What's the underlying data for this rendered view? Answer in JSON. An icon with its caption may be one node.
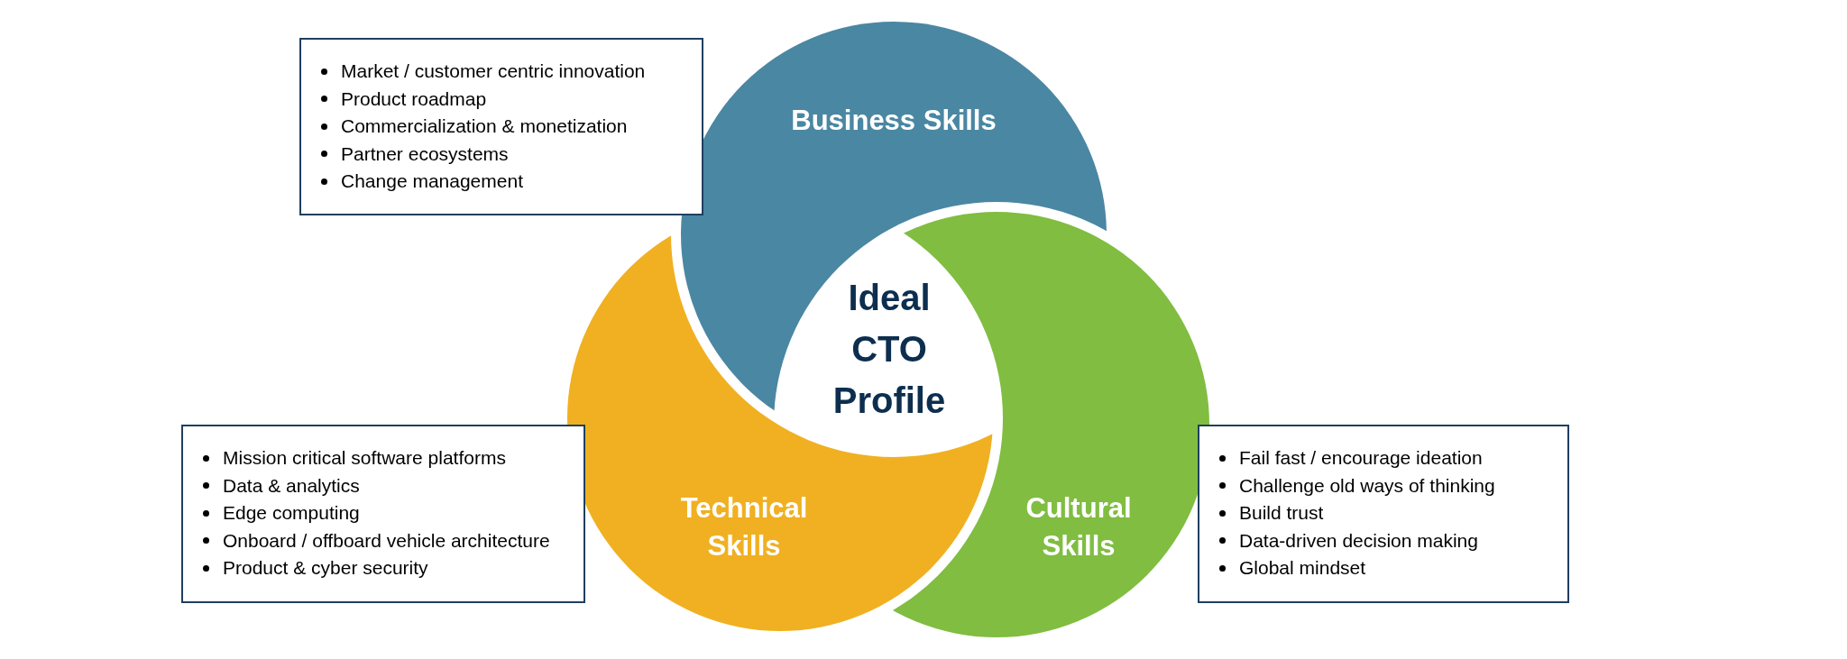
{
  "diagram": {
    "nodes": [
      {
        "text": [
          "Business Skills"
        ]
      },
      {
        "text": [
          "Technical Skills"
        ]
      },
      {
        "text": [
          "Cultural Skills"
        ]
      },
      {
        "text": [
          "Ideal CTO Profile"
        ]
      },
      {
        "text": [
          "Market / customer centric innovation",
          "Product roadmap",
          "Commercialization & monetization",
          "Partner ecosystems",
          "Change management"
        ]
      },
      {
        "text": [
          "Mission critical software platforms",
          "Data & analytics",
          "Edge computing",
          "Onboard / offboard vehicle architecture",
          "Product & cyber security"
        ]
      },
      {
        "text": [
          "Fail fast / encourage ideation",
          "Challenge old ways of thinking",
          "Build trust",
          "Data-driven decision making",
          "Global mindset"
        ]
      }
    ],
    "edges": []
  }
}
